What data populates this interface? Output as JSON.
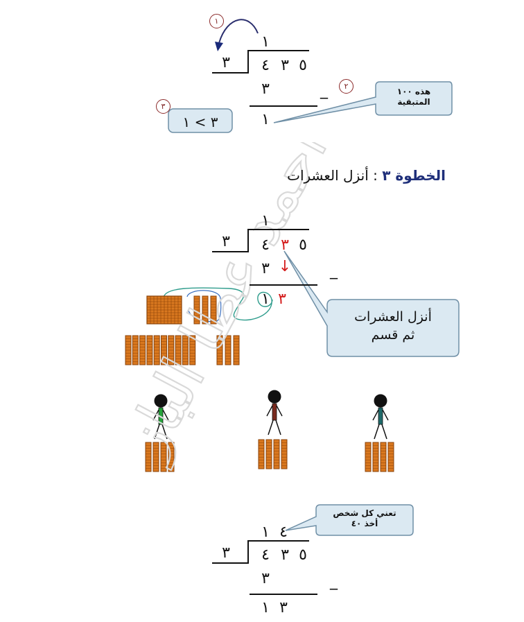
{
  "section1": {
    "quotient": "١",
    "divisor": "٣",
    "dividend": [
      "٤",
      "٣",
      "٥"
    ],
    "subtract": "٣",
    "remainder": "١",
    "minus": "_",
    "markers": [
      "١",
      "٢",
      "٣"
    ],
    "compare_box": "٣ > ١",
    "callout": [
      "هذه ١٠٠",
      "المتبقية"
    ]
  },
  "heading": {
    "bold": "الخطوة ٣",
    "rest": " : أنزل العشرات"
  },
  "section2": {
    "quotient": "١",
    "divisor": "٣",
    "dividend": [
      "٤",
      "٣",
      "٥"
    ],
    "subtract": "٣",
    "down_arrow": "↓",
    "minus": "_",
    "result": [
      "١",
      "٣"
    ],
    "callout": [
      "أنزل العشرات",
      "ثم قسم"
    ]
  },
  "people": [
    {
      "shirt_color": "#25a33a"
    },
    {
      "shirt_color": "#7a2a1e"
    },
    {
      "shirt_color": "#1f6a6a"
    }
  ],
  "section3": {
    "quotient": [
      "١",
      "٤"
    ],
    "divisor": "٣",
    "dividend": [
      "٤",
      "٣",
      "٥"
    ],
    "subtract": "٣",
    "minus": "_",
    "remainder": [
      "١",
      "٣"
    ],
    "callout": [
      "تعني كل شخص",
      "أخذ ٤٠"
    ]
  },
  "watermark": "أحمد عطا الباز",
  "colors": {
    "block": "#d9781f",
    "block_dark": "#8a4208",
    "callout_fill": "#dbe9f2",
    "callout_border": "#6f8fa6",
    "heading": "#1f2f7a"
  }
}
